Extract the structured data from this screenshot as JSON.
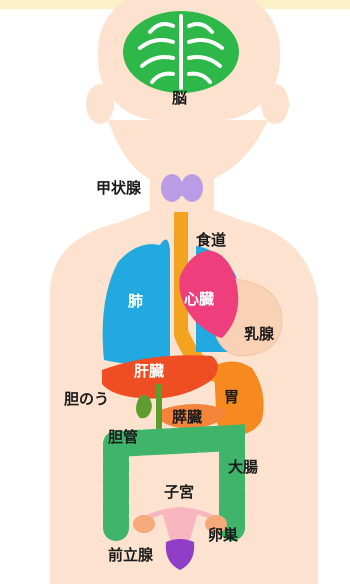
{
  "diagram": {
    "labels": {
      "brain": "脳",
      "thyroid": "甲状腺",
      "esophagus": "食道",
      "lung": "肺",
      "heart": "心臓",
      "breast": "乳腺",
      "liver": "肝臓",
      "stomach": "胃",
      "gallbladder": "胆のう",
      "pancreas": "膵臓",
      "bile_duct": "胆管",
      "large_intestine": "大腸",
      "uterus": "子宮",
      "ovary": "卵巣",
      "prostate": "前立腺"
    },
    "colors": {
      "background_band": "#fbf0c8",
      "skin": "#fde3cf",
      "brain": "#2fb84a",
      "thyroid": "#b99be6",
      "esophagus": "#f4a321",
      "lung": "#22a9e0",
      "heart": "#ee3e7c",
      "liver": "#ef4e25",
      "stomach": "#f68a1f",
      "gallbladder": "#5e9c2e",
      "intestine": "#3fb56c",
      "uterus": "#f7b6c0",
      "ovary": "#f6a97a",
      "prostate": "#8f3cc6"
    }
  }
}
